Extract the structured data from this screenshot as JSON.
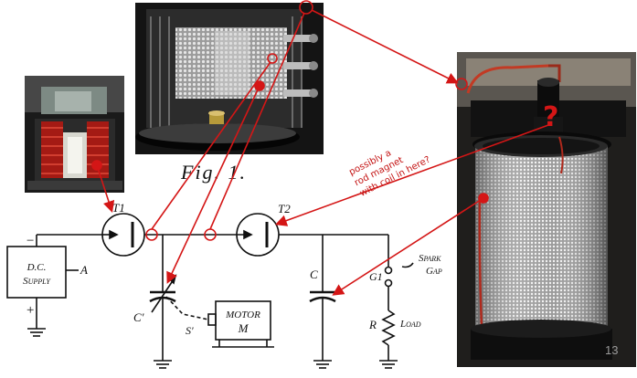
{
  "diagram": {
    "figure_caption": "Fig. 1.",
    "supply_label_line1": "D.C.",
    "supply_label_line2": "Supply",
    "supply_letter": "A",
    "minus": "−",
    "plus": "+",
    "tube1_label": "T1",
    "tube2_label": "T2",
    "cap1_label": "C'",
    "cap2_label": "C",
    "shaft_label": "S'",
    "motor_line1": "MOTOR",
    "motor_line2": "M",
    "spark_line1": "Spark",
    "spark_line2": "Gap",
    "gap_label": "G1",
    "load_letter": "R",
    "load_label": "Load"
  },
  "annotation": {
    "line1": "possibly a",
    "line2": "rod magnet",
    "line3": "with coil in here?",
    "question_mark": "?"
  },
  "photos": {
    "corner_number": "13"
  },
  "colors": {
    "annotation": "#d41616",
    "ink": "#111111"
  }
}
